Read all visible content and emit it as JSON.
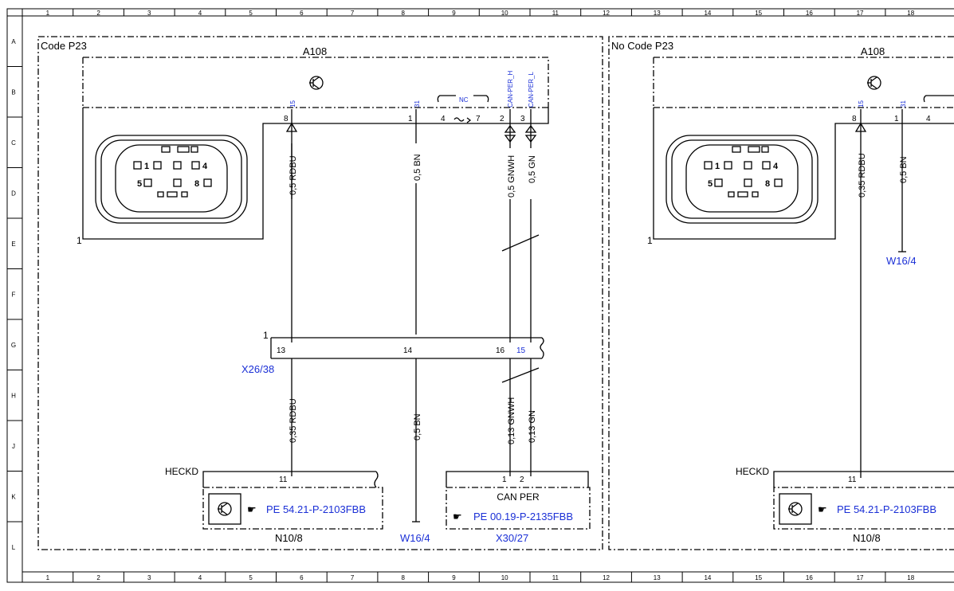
{
  "grid": {
    "columns": [
      "1",
      "2",
      "3",
      "4",
      "5",
      "6",
      "7",
      "8",
      "9",
      "10",
      "11",
      "12",
      "13",
      "14",
      "15",
      "16",
      "17",
      "18"
    ],
    "rows": [
      "A",
      "B",
      "C",
      "D",
      "E",
      "F",
      "G",
      "H",
      "J",
      "K",
      "L"
    ]
  },
  "left": {
    "title": "Code P23",
    "module": "A108",
    "pins": {
      "p8": "8",
      "p1": "1",
      "p4": "4",
      "p7": "7",
      "p2": "2",
      "p3": "3",
      "sig15": "15",
      "sig31": "31",
      "can_h": "CAN-PER_H",
      "can_l": "CAN-PER_L",
      "nc": "NC"
    },
    "connector_labels": {
      "one": "1",
      "four": "4",
      "five": "5",
      "eight": "8"
    },
    "connector_ref": "1",
    "wires": {
      "rdbu_top": "0,5 RDBU",
      "bn_top": "0,5 BN",
      "gnwh_top": "0,5 GNWH",
      "gn_top": "0,5 GN",
      "rdbu_bot": "0,35 RDBU",
      "bn_bot": "0,5 BN",
      "gnwh_bot": "0,13 GNWH",
      "gn_bot": "0,13 GN"
    },
    "strip": {
      "ref": "1",
      "p13": "13",
      "p14": "14",
      "p16": "16",
      "p15": "15",
      "name": "X26/38"
    },
    "heckd": {
      "label": "HECKD",
      "pin": "11",
      "ref": "PE 54.21-P-2103FBB",
      "name": "N10/8"
    },
    "canper": {
      "label": "CAN PER",
      "pin1": "1",
      "pin2": "2",
      "ref": "PE 00.19-P-2135FBB",
      "name": "X30/27"
    },
    "ground": "W16/4"
  },
  "right": {
    "title": "No Code P23",
    "module": "A108",
    "pins": {
      "p8": "8",
      "p1": "1",
      "p4": "4",
      "sig15": "15",
      "sig31": "31"
    },
    "connector_labels": {
      "one": "1",
      "four": "4",
      "five": "5",
      "eight": "8"
    },
    "connector_ref": "1",
    "wires": {
      "rdbu": "0,35 RDBU",
      "bn": "0,5 BN"
    },
    "ground": "W16/4",
    "heckd": {
      "label": "HECKD",
      "pin": "11",
      "ref": "PE 54.21-P-2103FBB",
      "name": "N10/8"
    }
  }
}
